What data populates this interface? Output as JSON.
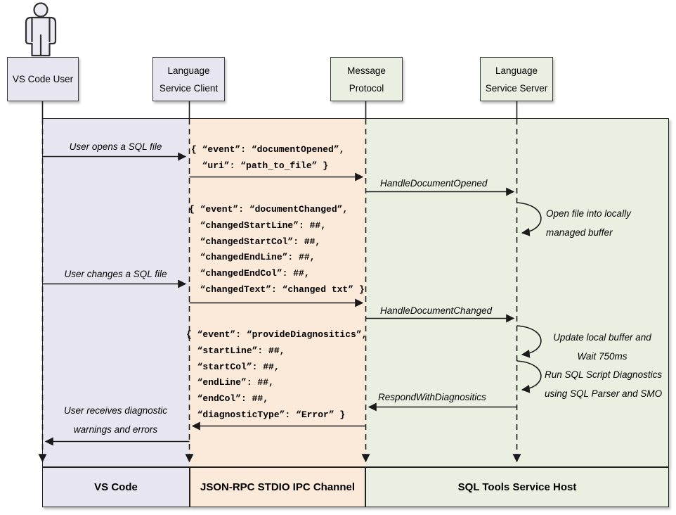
{
  "diagram_type": "sequence-diagram",
  "colors": {
    "lavender_band": "#e7e6f0",
    "peach_band": "#fbe9d9",
    "green_band": "#e9f0e2",
    "line": "#1f1f1f"
  },
  "actors": {
    "user": {
      "label": "VS Code User"
    },
    "client": {
      "line1": "Language",
      "line2": "Service Client"
    },
    "protocol": {
      "line1": "Message",
      "line2": "Protocol"
    },
    "server": {
      "line1": "Language",
      "line2": "Service Server"
    }
  },
  "messages": {
    "user_opens": "User opens a SQL file",
    "document_opened_payload": "{ “event”: “documentOpened”,\n  “uri”: “path_to_file” }",
    "handle_document_opened": "HandleDocumentOpened",
    "open_file_note": "Open file into locally\nmanaged buffer",
    "document_changed_payload": "{ “event”: “documentChanged”,\n  “changedStartLine”: ##,\n  “changedStartCol”: ##,\n  “changedEndLine”: ##,\n  “changedEndCol”: ##,\n  “changedText”: “changed txt” }",
    "user_changes": "User changes a SQL file",
    "handle_document_changed": "HandleDocumentChanged",
    "update_buffer_note": "Update local buffer and\nWait 750ms",
    "run_diagnostics_note": "Run SQL Script Diagnostics\nusing SQL Parser and SMO",
    "provide_diagnostics_payload": "{ “event”: “provideDiagnositics”,\n  “startLine”: ##,\n  “startCol”: ##,\n  “endLine”: ##,\n  “endCol”: ##,\n  “diagnosticType”: “Error” }",
    "respond_with_diagnostics": "RespondWithDiagnositics",
    "user_receives": "User receives diagnostic\nwarnings and errors"
  },
  "lanes": {
    "vscode": "VS Code",
    "ipc": "JSON-RPC STDIO IPC Channel",
    "host": "SQL Tools Service Host"
  }
}
